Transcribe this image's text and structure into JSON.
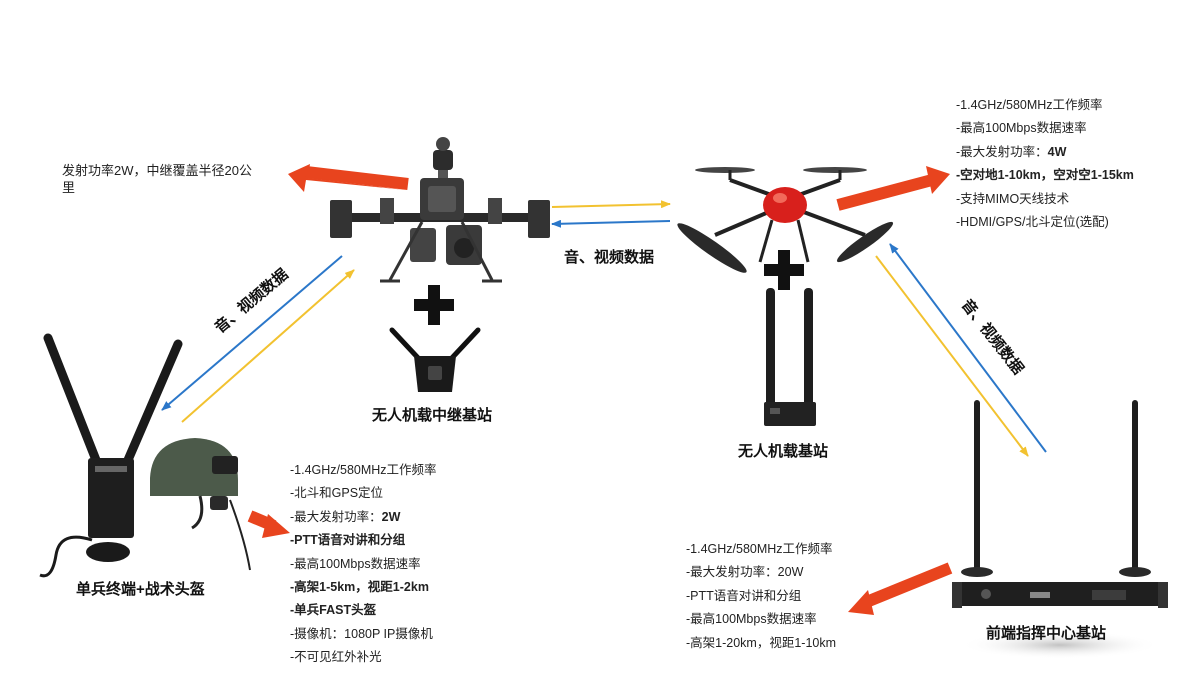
{
  "colors": {
    "blue": "#2B77C9",
    "yellow": "#F2C230",
    "red": "#E8441E",
    "device": "#1e1e1e",
    "drone_body": "#d8201c"
  },
  "relay_note": {
    "line1": "发射功率2W，中继覆盖半径20公",
    "line2": "里"
  },
  "labels": {
    "relay_station": "无人机载中继基站",
    "drone_station": "无人机载基站",
    "soldier": "单兵终端+战术头盔",
    "command": "前端指挥中心基站"
  },
  "flows": {
    "left": "音、视频数据",
    "middle": "音、视频数据",
    "right": "音、视频数据"
  },
  "drone_specs": [
    {
      "text": "-1.4GHz/580MHz工作频率"
    },
    {
      "text": "-最高100Mbps数据速率"
    },
    {
      "text": "-最大发射功率：",
      "bold": "4W"
    },
    {
      "text": "",
      "bold": "-空对地1-10km，空对空1-15km"
    },
    {
      "text": "-支持MIMO天线技术"
    },
    {
      "text": "-HDMI/GPS/北斗定位(选配)"
    }
  ],
  "soldier_specs": [
    {
      "text": "-1.4GHz/580MHz工作频率"
    },
    {
      "text": "-北斗和GPS定位"
    },
    {
      "text": "-最大发射功率：",
      "bold": "2W"
    },
    {
      "text": "",
      "bold": "-PTT语音对讲和分组"
    },
    {
      "text": "-最高100Mbps数据速率"
    },
    {
      "text": "",
      "bold": "-高架1-5km，视距1-2km"
    },
    {
      "text": "",
      "bold": "-单兵FAST头盔"
    },
    {
      "text": "-摄像机：1080P IP摄像机"
    },
    {
      "text": "-不可见红外补光"
    }
  ],
  "command_specs": [
    {
      "text": "-1.4GHz/580MHz工作频率"
    },
    {
      "text": "-最大发射功率：20W"
    },
    {
      "text": "-PTT语音对讲和分组"
    },
    {
      "text": "-最高100Mbps数据速率"
    },
    {
      "text": "-高架1-20km，视距1-10km"
    }
  ]
}
